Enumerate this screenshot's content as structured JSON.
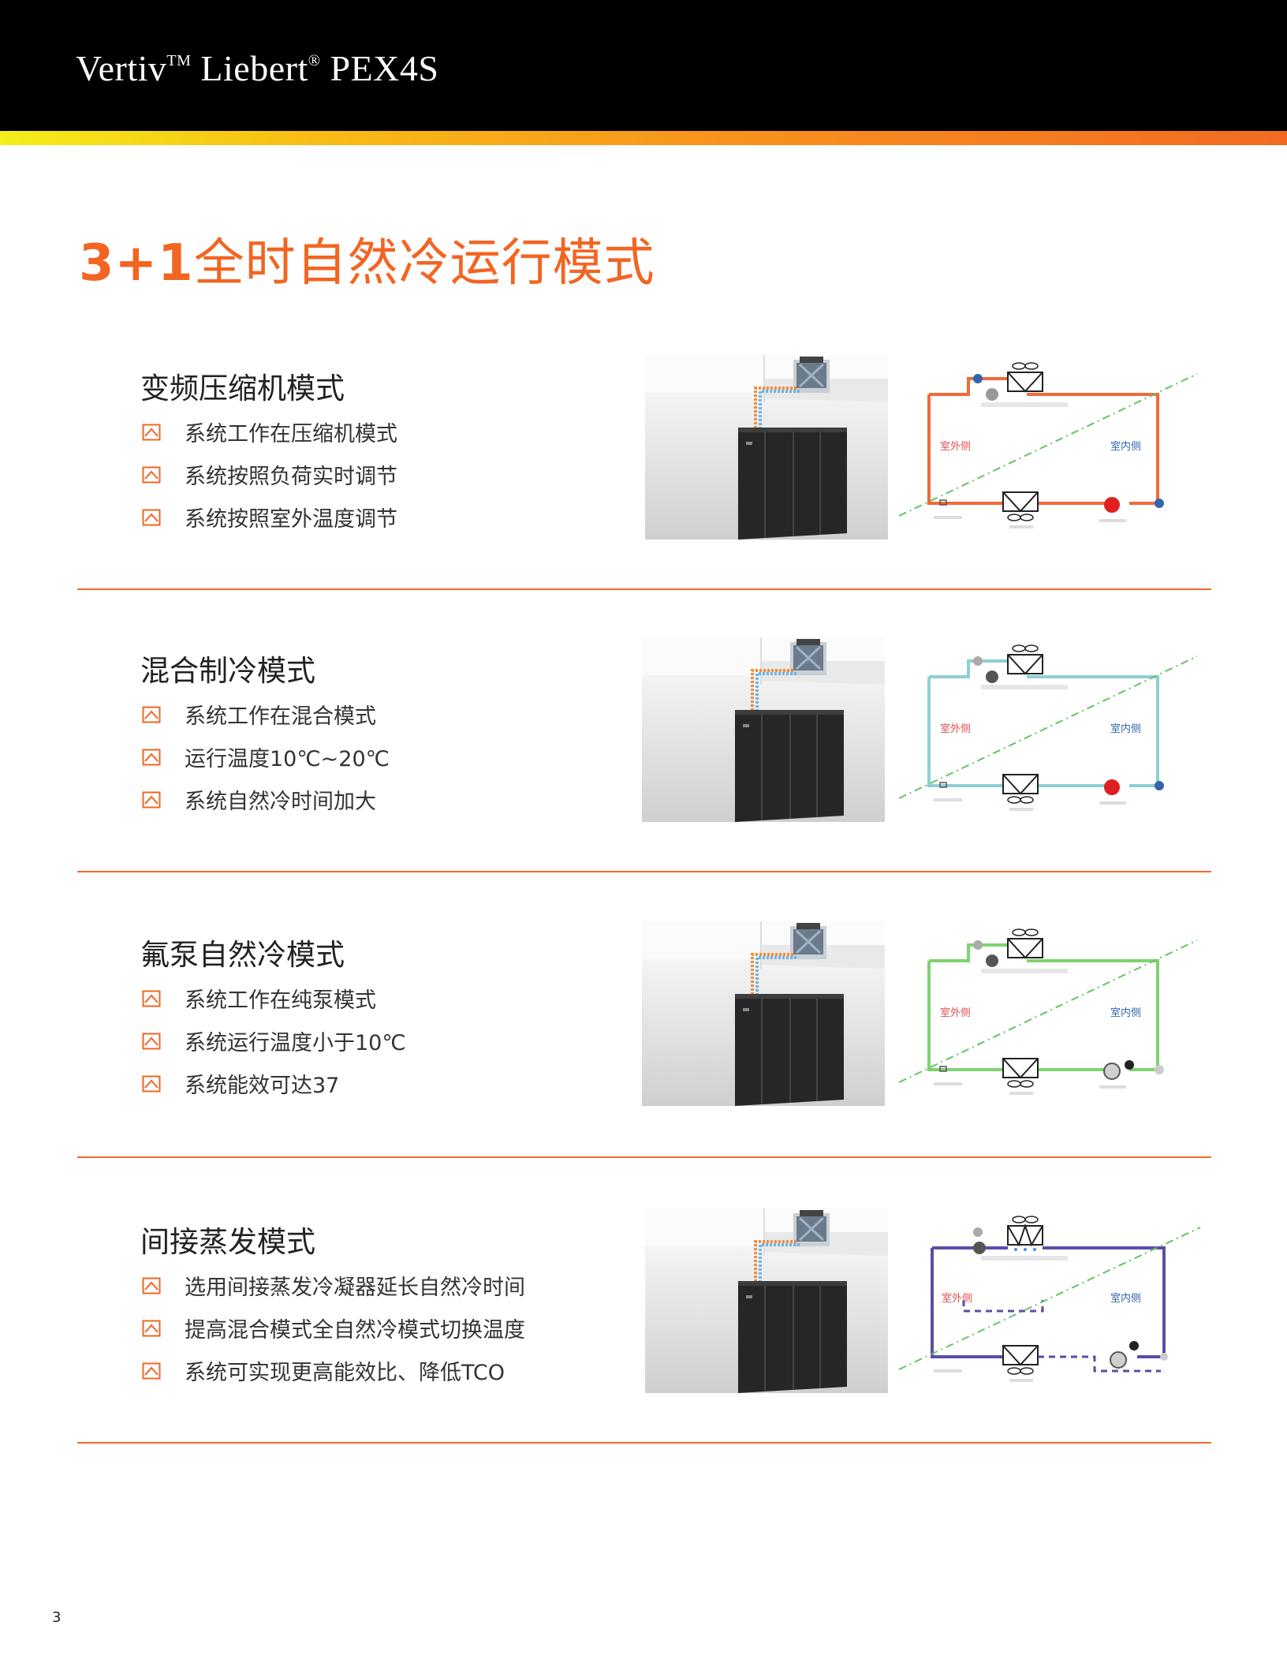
{
  "header": {
    "brand": "Vertiv",
    "tm": "TM",
    "product_brand": "Liebert",
    "registered": "®",
    "model": "PEX4S"
  },
  "page": {
    "title_prefix": "3+1",
    "title_main": "全时自然冷运行模式",
    "number": "3"
  },
  "colors": {
    "accent": "#f26522",
    "header_bg": "#000000",
    "mode1_loop": "#f26a3a",
    "mode2_loop": "#8ecfd3",
    "mode3_loop": "#7ed36f",
    "mode4_loop": "#5b4ea6"
  },
  "diagram_labels": {
    "outdoor": "室外侧",
    "indoor": "室内侧"
  },
  "sections": [
    {
      "title": "变频压缩机模式",
      "bullets": [
        "系统工作在压缩机模式",
        "系统按照负荷实时调节",
        "系统按照室外温度调节"
      ]
    },
    {
      "title": "混合制冷模式",
      "bullets": [
        "系统工作在混合模式",
        "运行温度10℃~20℃",
        "系统自然冷时间加大"
      ]
    },
    {
      "title": "氟泵自然冷模式",
      "bullets": [
        "系统工作在纯泵模式",
        "系统运行温度小于10℃",
        "系统能效可达37"
      ]
    },
    {
      "title": "间接蒸发模式",
      "bullets": [
        "选用间接蒸发冷凝器延长自然冷时间",
        "提高混合模式全自然冷模式切换温度",
        "系统可实现更高能效比、降低TCO"
      ]
    }
  ],
  "icons": {
    "bullet": "checkbox-triangle-icon",
    "fan": "fan-icon",
    "heat_exchanger": "heat-exchanger-icon",
    "compressor": "compressor-icon",
    "pump": "pump-icon"
  }
}
